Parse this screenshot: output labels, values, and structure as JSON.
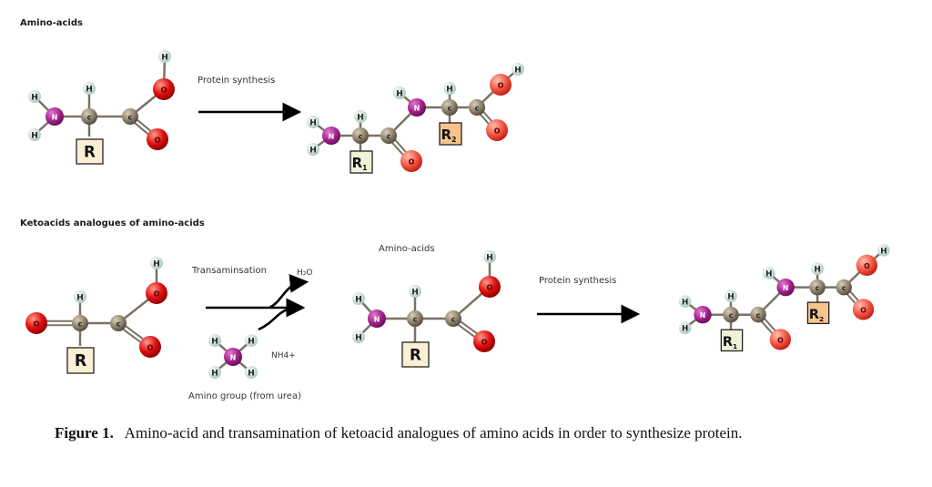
{
  "sections": {
    "top_title": "Amino-acids",
    "bottom_title": "Ketoacids analogues of amino-acids"
  },
  "labels": {
    "protein_synthesis_top": "Protein synthesis",
    "transamination": "Transaminsation",
    "water_formula": "H₂O",
    "ammonium": "NH4+",
    "amino_group_source": "Amino group (from urea)",
    "amino_acids_mid": "Amino-acids",
    "protein_synthesis_bottom": "Protein synthesis"
  },
  "atoms": {
    "H": "H",
    "N": "N",
    "C": "c",
    "C_upper": "C",
    "O": "O"
  },
  "side_chains": {
    "R": "R",
    "R1": "R",
    "R1_sub": "1",
    "R2": "R",
    "R2_sub": "2"
  },
  "colors": {
    "hydrogen": "#d9ebe4",
    "nitrogen": "#a0208a",
    "carbon": "#8c7f6a",
    "oxygen": "#e01010",
    "bond": "#7a7264",
    "r_box": "#fbf0d4",
    "r1_box": "#eef3d8",
    "r2_box": "#f7c48c"
  },
  "caption": {
    "label": "Figure 1.",
    "text": "Amino-acid and transamination of ketoacid analogues of amino acids in order to synthesize protein."
  }
}
